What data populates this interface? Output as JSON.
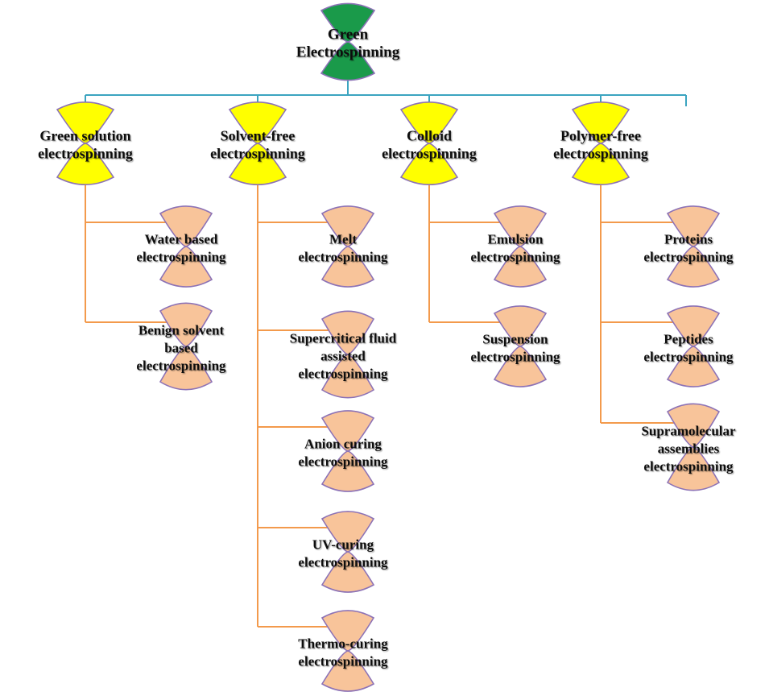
{
  "colors": {
    "root_fill": "#1a9a4a",
    "category_fill": "#ffff00",
    "leaf_fill": "#f8c49a",
    "shape_outline": "#8c72b6",
    "root_connector": "#3ba4c0",
    "branch_connector": "#f39a4c"
  },
  "root": {
    "label_lines": [
      "Green",
      "Electrospinning"
    ]
  },
  "categories": [
    {
      "label_lines": [
        "Green solution",
        "electrospinning"
      ],
      "children": [
        {
          "label_lines": [
            "Water based",
            "electrospinning"
          ]
        },
        {
          "label_lines": [
            "Benign solvent",
            "based",
            "electrospinning"
          ]
        }
      ]
    },
    {
      "label_lines": [
        "Solvent-free",
        "electrospinning"
      ],
      "children": [
        {
          "label_lines": [
            "Melt",
            "electrospinning"
          ]
        },
        {
          "label_lines": [
            "Supercritical fluid",
            "assisted",
            "electrospinning"
          ]
        },
        {
          "label_lines": [
            "Anion curing",
            "electrospinning"
          ]
        },
        {
          "label_lines": [
            "UV-curing",
            "electrospinning"
          ]
        },
        {
          "label_lines": [
            "Thermo-curing",
            "electrospinning"
          ]
        }
      ]
    },
    {
      "label_lines": [
        "Colloid",
        "electrospinning"
      ],
      "children": [
        {
          "label_lines": [
            "Emulsion",
            "electrospinning"
          ]
        },
        {
          "label_lines": [
            "Suspension",
            "electrospinning"
          ]
        }
      ]
    },
    {
      "label_lines": [
        "Polymer-free",
        "electrospinning"
      ],
      "children": [
        {
          "label_lines": [
            "Proteins",
            "electrospinning"
          ]
        },
        {
          "label_lines": [
            "Peptides",
            "electrospinning"
          ]
        },
        {
          "label_lines": [
            "Supramolecular",
            "assemblies",
            "electrospinning"
          ]
        }
      ]
    }
  ]
}
